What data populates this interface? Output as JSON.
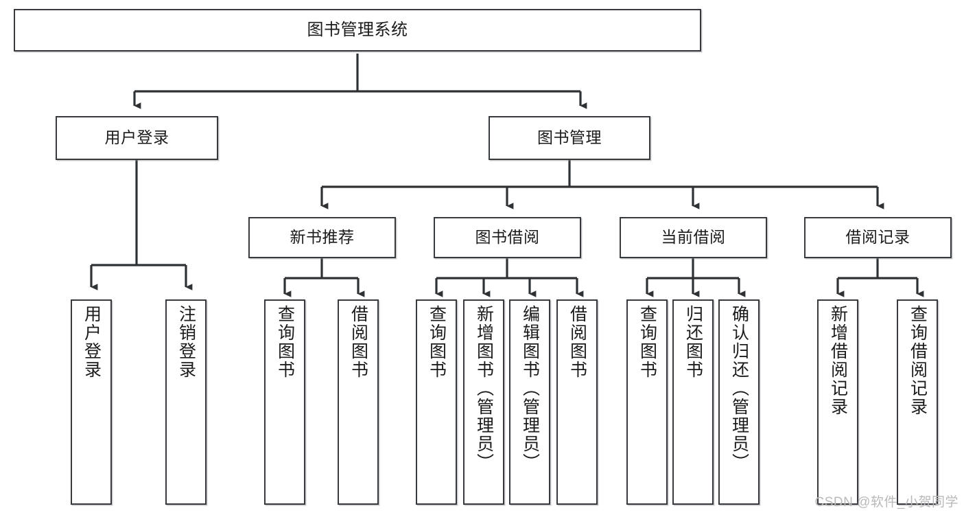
{
  "diagram": {
    "type": "tree",
    "title": "图书管理系统",
    "orientation": "top-down",
    "colors": {
      "box_border": "#36393d",
      "box_fill": "#ffffff",
      "edge": "#2f3235",
      "text": "#1b1b1b",
      "watermark": "#b9b9b9"
    },
    "nodes": {
      "root": {
        "label": "图书管理系统"
      },
      "level2": [
        {
          "id": "user-login",
          "label": "用户登录"
        },
        {
          "id": "book-manage",
          "label": "图书管理"
        }
      ],
      "level3": [
        {
          "id": "new-book-rec",
          "label": "新书推荐"
        },
        {
          "id": "book-borrow",
          "label": "图书借阅"
        },
        {
          "id": "current-borrow",
          "label": "当前借阅"
        },
        {
          "id": "borrow-record",
          "label": "借阅记录"
        }
      ],
      "leaves": {
        "user-login": [
          {
            "id": "leaf-user-login",
            "label": "用户登录"
          },
          {
            "id": "leaf-logout",
            "label": "注销登录"
          }
        ],
        "new-book-rec": [
          {
            "id": "leaf-query-book-1",
            "label": "查询图书"
          },
          {
            "id": "leaf-borrow-book-1",
            "label": "借阅图书"
          }
        ],
        "book-borrow": [
          {
            "id": "leaf-query-book-2",
            "label": "查询图书"
          },
          {
            "id": "leaf-add-book",
            "label": "新增图书（管理员）"
          },
          {
            "id": "leaf-edit-book",
            "label": "编辑图书（管理员）"
          },
          {
            "id": "leaf-borrow-book-2",
            "label": "借阅图书"
          }
        ],
        "current-borrow": [
          {
            "id": "leaf-query-book-3",
            "label": "查询图书"
          },
          {
            "id": "leaf-return-book",
            "label": "归还图书"
          },
          {
            "id": "leaf-confirm-return",
            "label": "确认归还（管理员）"
          }
        ],
        "borrow-record": [
          {
            "id": "leaf-add-record",
            "label": "新增借阅记录"
          },
          {
            "id": "leaf-query-record",
            "label": "查询借阅记录"
          }
        ]
      }
    }
  },
  "watermark": {
    "text": "CSDN @软件_小贺同学"
  }
}
